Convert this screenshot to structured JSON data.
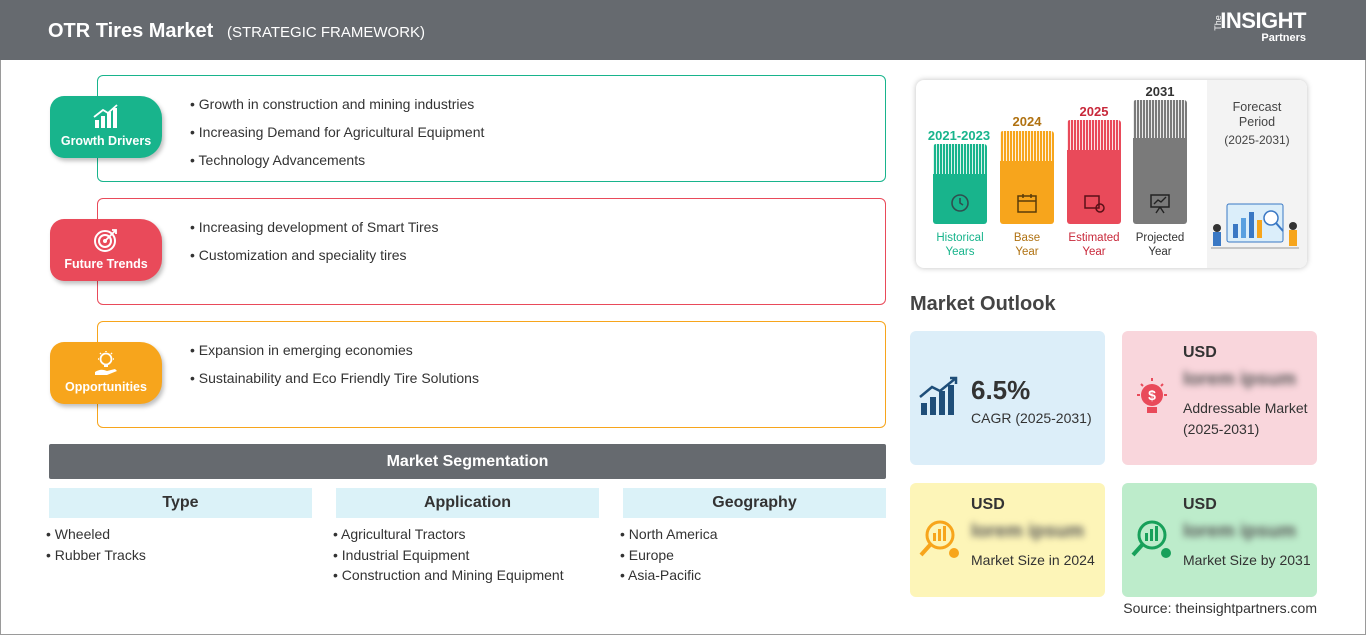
{
  "header": {
    "title": "OTR Tires Market",
    "subtitle": "(STRATEGIC FRAMEWORK)",
    "logo_the": "The",
    "logo_main": "INSIGHT",
    "logo_sub": "Partners"
  },
  "sections": {
    "growth_drivers": {
      "label": "Growth Drivers",
      "color": "#18b48c",
      "items": [
        "Growth in construction and mining industries",
        "Increasing Demand for Agricultural Equipment",
        "Technology Advancements"
      ]
    },
    "future_trends": {
      "label": "Future Trends",
      "color": "#e94a5a",
      "items": [
        "Increasing development of Smart Tires",
        "Customization and speciality tires"
      ]
    },
    "opportunities": {
      "label": "Opportunities",
      "color": "#f7a51c",
      "items": [
        "Expansion in emerging economies",
        "Sustainability and Eco Friendly Tire Solutions"
      ]
    }
  },
  "segmentation": {
    "title": "Market Segmentation",
    "columns": [
      {
        "head": "Type",
        "items": [
          "Wheeled",
          "Rubber Tracks"
        ]
      },
      {
        "head": "Application",
        "items": [
          "Agricultural Tractors",
          "Industrial Equipment",
          "Construction and Mining Equipment"
        ]
      },
      {
        "head": "Geography",
        "items": [
          "North America",
          "Europe",
          "Asia-Pacific"
        ]
      }
    ]
  },
  "timeline": {
    "bars": [
      {
        "year": "2021-2023",
        "label_1": "Historical",
        "label_2": "Years",
        "color": "#18b48c"
      },
      {
        "year": "2024",
        "label_1": "Base",
        "label_2": "Year",
        "color": "#f7a51c"
      },
      {
        "year": "2025",
        "label_1": "Estimated",
        "label_2": "Year",
        "color": "#e94a5a"
      },
      {
        "year": "2031",
        "label_1": "Projected",
        "label_2": "Year",
        "color": "#7a7a7a"
      }
    ],
    "forecast_title": "Forecast Period",
    "forecast_years": "(2025-2031)"
  },
  "outlook": {
    "title": "Market Outlook",
    "cagr_value": "6.5%",
    "cagr_label": "CAGR (2025-2031)",
    "addressable_currency": "USD",
    "addressable_value": "lorem ipsum",
    "addressable_label": "Addressable Market (2025-2031)",
    "size2024_currency": "USD",
    "size2024_value": "lorem ipsum",
    "size2024_label": "Market Size in 2024",
    "size2031_currency": "USD",
    "size2031_value": "lorem ipsum",
    "size2031_label": "Market Size by 2031"
  },
  "source": "Source: theinsightpartners.com"
}
